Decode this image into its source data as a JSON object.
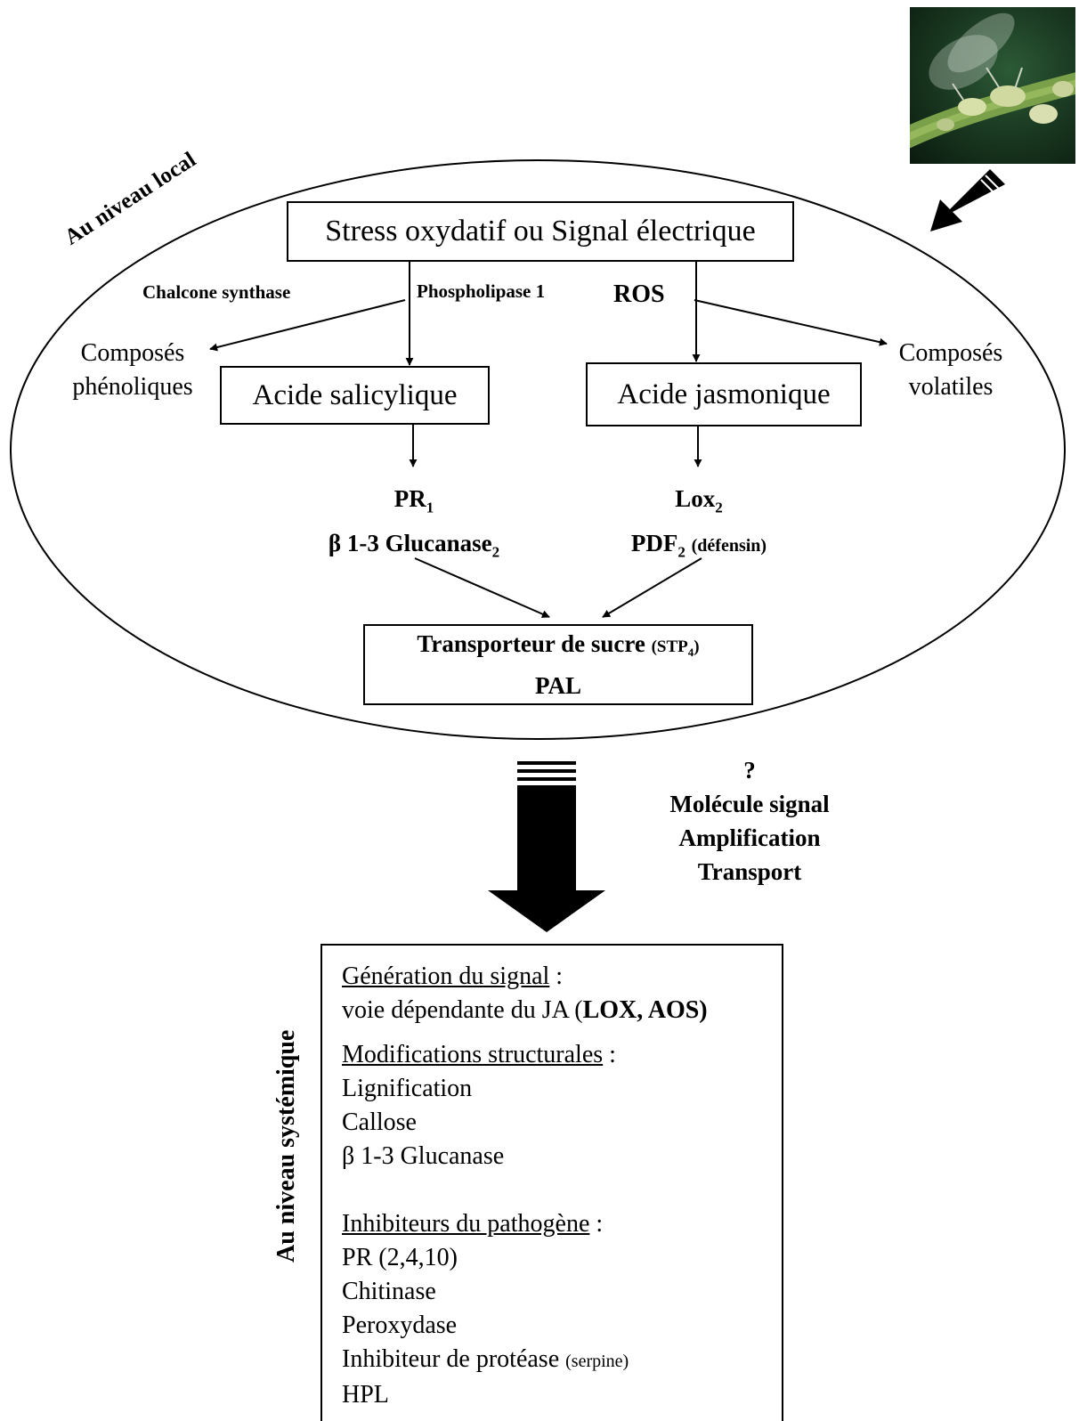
{
  "local_label": "Au niveau local",
  "systemic_label": "Au niveau systémique",
  "top_box": "Stress oxydatif ou Signal électrique",
  "labels": {
    "chalcone": "Chalcone synthase",
    "phospholipase": "Phospholipase 1",
    "ros": "ROS"
  },
  "left_outcome": {
    "line1": "Composés",
    "line2": "phénoliques"
  },
  "right_outcome": {
    "line1": "Composés",
    "line2": "volatiles"
  },
  "salicylic_box": "Acide salicylique",
  "jasmonic_box": "Acide jasmonique",
  "sa_products": {
    "pr_base": "PR",
    "pr_sub": "1",
    "gluc_base": "β 1-3 Glucanase",
    "gluc_sub": "2"
  },
  "ja_products": {
    "lox_base": "Lox",
    "lox_sub": "2",
    "pdf_base": "PDF",
    "pdf_sub": "2",
    "pdf_note": "(défensin)"
  },
  "bottom_box": {
    "transporter": "Transporteur de sucre",
    "stp_base": "(STP",
    "stp_sub": "4",
    "stp_close": ")",
    "pal": "PAL"
  },
  "signal_text": {
    "q": "?",
    "l1": "Molécule signal",
    "l2": "Amplification",
    "l3": "Transport"
  },
  "systemic_box": {
    "gen_head": "Génération du signal",
    "gen_colon": " :",
    "gen_line_a": "voie dépendante du JA (",
    "gen_line_b": "LOX, AOS)",
    "struct_head": "Modifications structurales",
    "struct_colon": " :",
    "struct_items": [
      "Lignification",
      "Callose",
      "β 1-3 Glucanase"
    ],
    "inhib_head": "Inhibiteurs du pathogène",
    "inhib_colon": " :",
    "inhib_items": [
      "PR (2,4,10)",
      "Chitinase",
      "Peroxydase"
    ],
    "protease_a": "Inhibiteur de protéase ",
    "protease_b": "(serpine)",
    "hpl": "HPL"
  }
}
